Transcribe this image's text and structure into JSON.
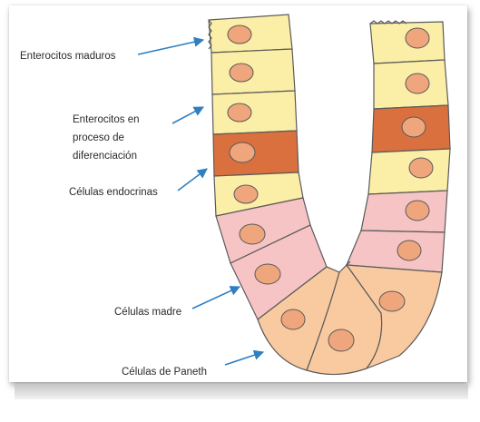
{
  "labels": {
    "mature": "Enterocitos maduros",
    "differentiating": [
      "Enterocitos en",
      "proceso de",
      "diferenciación"
    ],
    "endocrine": "Células endocrinas",
    "stem": "Células madre",
    "paneth": "Células de Paneth"
  },
  "colors": {
    "enterocyte": "#fbeea6",
    "endocrine": "#d9703e",
    "stem": "#f6c4c4",
    "paneth": "#f9caa0",
    "nucleus": "#f0a67c",
    "outline": "#5a5a5a",
    "arrow": "#2f7fc1"
  }
}
